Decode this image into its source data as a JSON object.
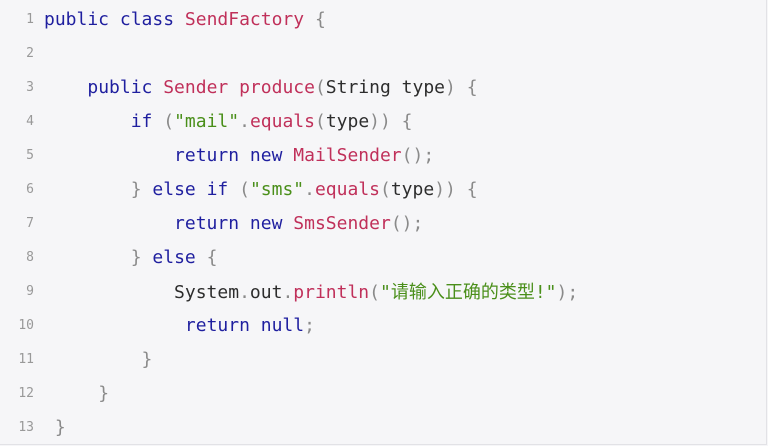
{
  "lines": [
    {
      "num": "1",
      "indent": 0,
      "tokens": [
        {
          "t": "public class ",
          "c": "kw"
        },
        {
          "t": "SendFactory",
          "c": "fn"
        },
        {
          "t": " {",
          "c": "punc"
        }
      ]
    },
    {
      "num": "2",
      "indent": 0,
      "tokens": []
    },
    {
      "num": "3",
      "indent": 4,
      "tokens": [
        {
          "t": "public ",
          "c": "kw"
        },
        {
          "t": "Sender",
          "c": "fn"
        },
        {
          "t": " ",
          "c": "kw"
        },
        {
          "t": "produce",
          "c": "fn"
        },
        {
          "t": "(",
          "c": "punc"
        },
        {
          "t": "String type",
          "c": "plain"
        },
        {
          "t": ") {",
          "c": "punc"
        }
      ]
    },
    {
      "num": "4",
      "indent": 8,
      "tokens": [
        {
          "t": "if ",
          "c": "kw"
        },
        {
          "t": "(",
          "c": "punc"
        },
        {
          "t": "\"mail\"",
          "c": "str"
        },
        {
          "t": ".",
          "c": "punc"
        },
        {
          "t": "equals",
          "c": "fn"
        },
        {
          "t": "(",
          "c": "punc"
        },
        {
          "t": "type",
          "c": "plain"
        },
        {
          "t": ")) {",
          "c": "punc"
        }
      ]
    },
    {
      "num": "5",
      "indent": 12,
      "tokens": [
        {
          "t": "return new ",
          "c": "kw"
        },
        {
          "t": "MailSender",
          "c": "fn"
        },
        {
          "t": "();",
          "c": "punc"
        }
      ]
    },
    {
      "num": "6",
      "indent": 8,
      "tokens": [
        {
          "t": "} ",
          "c": "punc"
        },
        {
          "t": "else if ",
          "c": "kw"
        },
        {
          "t": "(",
          "c": "punc"
        },
        {
          "t": "\"sms\"",
          "c": "str"
        },
        {
          "t": ".",
          "c": "punc"
        },
        {
          "t": "equals",
          "c": "fn"
        },
        {
          "t": "(",
          "c": "punc"
        },
        {
          "t": "type",
          "c": "plain"
        },
        {
          "t": ")) {",
          "c": "punc"
        }
      ]
    },
    {
      "num": "7",
      "indent": 12,
      "tokens": [
        {
          "t": "return new ",
          "c": "kw"
        },
        {
          "t": "SmsSender",
          "c": "fn"
        },
        {
          "t": "();",
          "c": "punc"
        }
      ]
    },
    {
      "num": "8",
      "indent": 8,
      "tokens": [
        {
          "t": "} ",
          "c": "punc"
        },
        {
          "t": "else",
          "c": "kw"
        },
        {
          "t": " {",
          "c": "punc"
        }
      ]
    },
    {
      "num": "9",
      "indent": 12,
      "tokens": [
        {
          "t": "System",
          "c": "plain"
        },
        {
          "t": ".",
          "c": "punc"
        },
        {
          "t": "out",
          "c": "plain"
        },
        {
          "t": ".",
          "c": "punc"
        },
        {
          "t": "println",
          "c": "fn"
        },
        {
          "t": "(",
          "c": "punc"
        },
        {
          "t": "\"请输入正确的类型!\"",
          "c": "str"
        },
        {
          "t": ");",
          "c": "punc"
        }
      ]
    },
    {
      "num": "10",
      "indent": 13,
      "tokens": [
        {
          "t": "return null",
          "c": "kw"
        },
        {
          "t": ";",
          "c": "punc"
        }
      ]
    },
    {
      "num": "11",
      "indent": 9,
      "tokens": [
        {
          "t": "}",
          "c": "punc"
        }
      ]
    },
    {
      "num": "12",
      "indent": 5,
      "tokens": [
        {
          "t": "}",
          "c": "punc"
        }
      ]
    },
    {
      "num": "13",
      "indent": 1,
      "tokens": [
        {
          "t": "}",
          "c": "punc"
        }
      ]
    }
  ]
}
